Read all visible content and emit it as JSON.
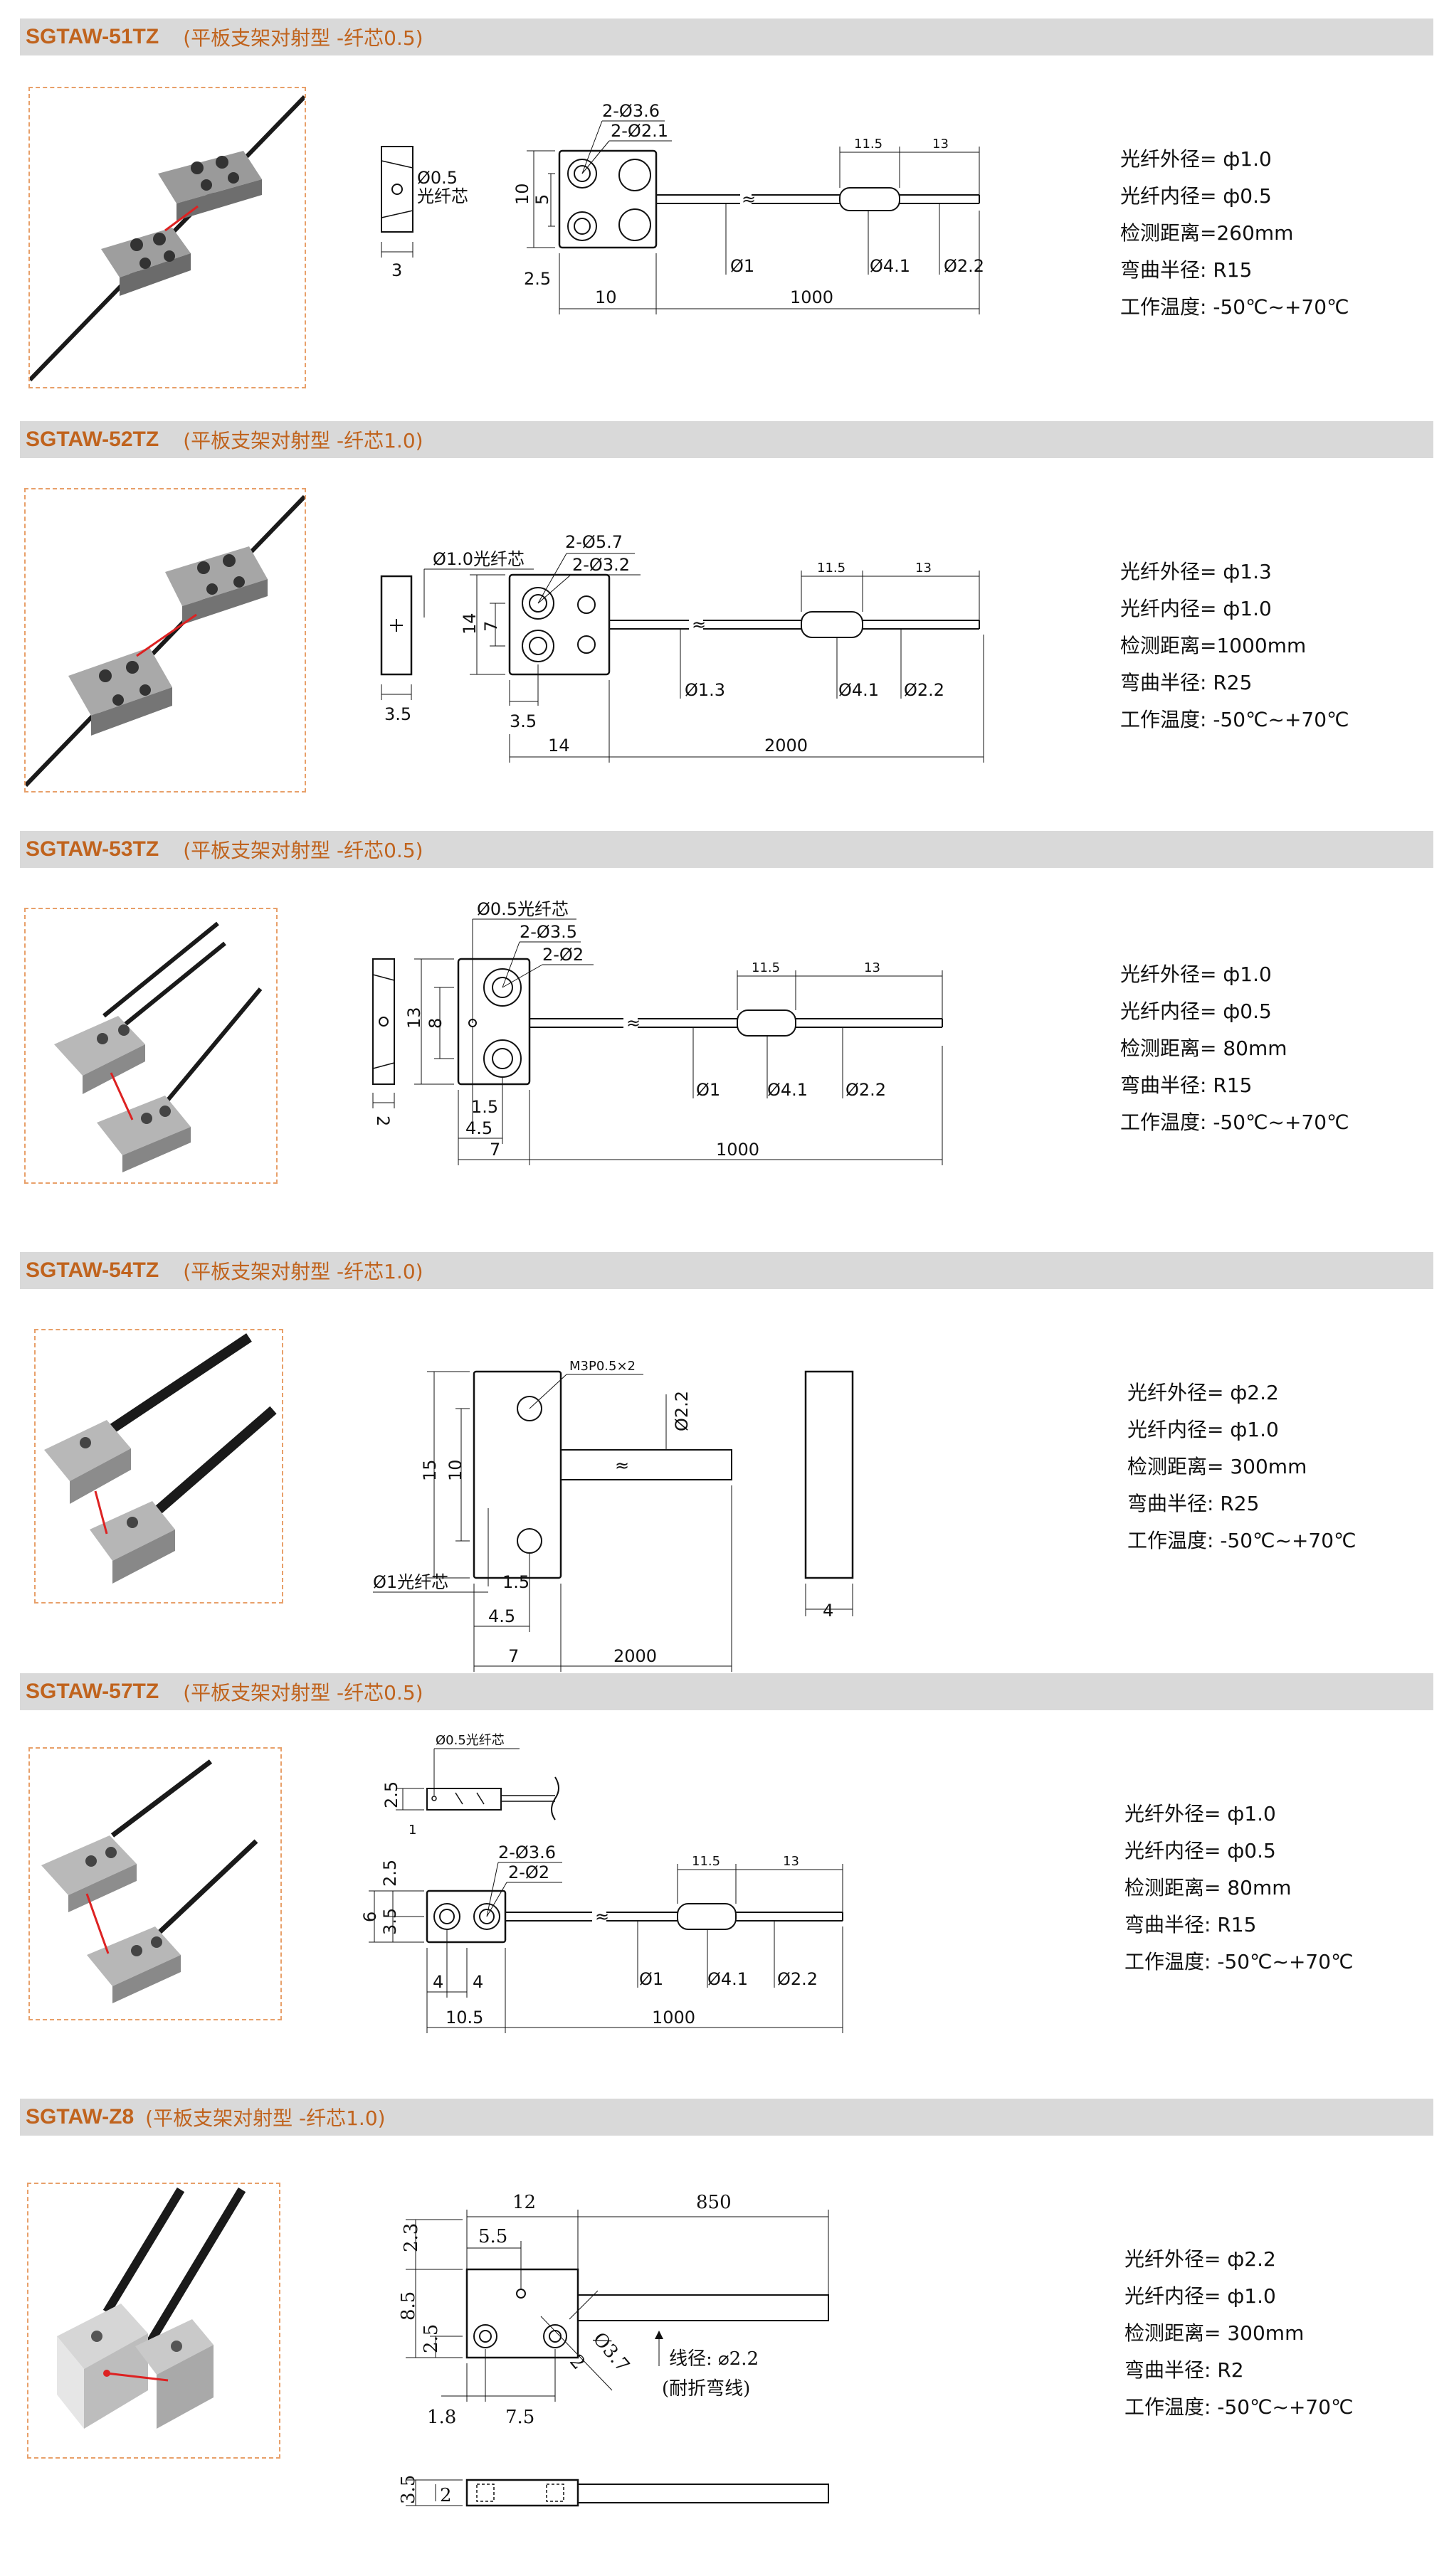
{
  "colors": {
    "accent": "#c0631d",
    "header_bg": "#d9d9d9",
    "photo_border": "#e8a06a"
  },
  "sections": [
    {
      "model": "SGTAW-51TZ",
      "desc": "(平板支架对射型 -纤芯0.5)",
      "specs": [
        "光纤外径= ф1.0",
        "光纤内径= ф0.5",
        "检测距离=260mm",
        "弯曲半径: R15",
        "工作温度: -50℃~+70℃"
      ],
      "dims": {
        "hole_big": "2-Ø3.6",
        "hole_small": "2-Ø2.1",
        "core": "Ø0.5",
        "core_label": "光纤芯",
        "height": "10",
        "pitch": "5",
        "edge": "2.5",
        "width": "10",
        "thick": "3",
        "length": "1000",
        "fiber": "Ø1",
        "sleeve": "Ø4.1",
        "tip": "Ø2.2",
        "sleeve_len": "11.5",
        "tip_len": "13"
      }
    },
    {
      "model": "SGTAW-52TZ",
      "desc": "(平板支架对射型 -纤芯1.0)",
      "specs": [
        "光纤外径= ф1.3",
        "光纤内径= ф1.0",
        "检测距离=1000mm",
        "弯曲半径: R25",
        "工作温度: -50℃~+70℃"
      ],
      "dims": {
        "core": "Ø1.0光纤芯",
        "hole_big": "2-Ø5.7",
        "hole_small": "2-Ø3.2",
        "height": "14",
        "pitch": "7",
        "edge": "3.5",
        "thick": "3.5",
        "width": "14",
        "length": "2000",
        "fiber": "Ø1.3",
        "sleeve": "Ø4.1",
        "tip": "Ø2.2",
        "sleeve_len": "11.5",
        "tip_len": "13"
      }
    },
    {
      "model": "SGTAW-53TZ",
      "desc": "(平板支架对射型 -纤芯0.5)",
      "specs": [
        "光纤外径= ф1.0",
        "光纤内径= ф0.5",
        "检测距离= 80mm",
        "弯曲半径: R15",
        "工作温度: -50℃~+70℃"
      ],
      "dims": {
        "core": "Ø0.5光纤芯",
        "hole_big": "2-Ø3.5",
        "hole_small": "2-Ø2",
        "height": "13",
        "pitch": "8",
        "thick": "2",
        "edge": "1.5",
        "half": "4.5",
        "width": "7",
        "length": "1000",
        "fiber": "Ø1",
        "sleeve": "Ø4.1",
        "tip": "Ø2.2",
        "sleeve_len": "11.5",
        "tip_len": "13"
      }
    },
    {
      "model": "SGTAW-54TZ",
      "desc": "(平板支架对射型 -纤芯1.0)",
      "specs": [
        "光纤外径= ф2.2",
        "光纤内径= ф1.0",
        "检测距离= 300mm",
        "弯曲半径: R25",
        "工作温度: -50℃~+70℃"
      ],
      "dims": {
        "thread": "M3P0.5×2",
        "fiber": "Ø2.2",
        "height": "15",
        "pitch": "10",
        "core": "Ø1光纤芯",
        "edge": "1.5",
        "half": "4.5",
        "width": "7",
        "length": "2000",
        "thick": "4"
      }
    },
    {
      "model": "SGTAW-57TZ",
      "desc": "(平板支架对射型 -纤芯0.5)",
      "specs": [
        "光纤外径= ф1.0",
        "光纤内径= ф0.5",
        "检测距离= 80mm",
        "弯曲半径: R15",
        "工作温度: -50℃~+70℃"
      ],
      "dims": {
        "core": "Ø0.5光纤芯",
        "side_h": "2.5",
        "side_e": "1",
        "hole_big": "2-Ø3.6",
        "hole_small": "2-Ø2",
        "top": "2.5",
        "height": "6",
        "mid": "3.5",
        "pitch_a": "4",
        "pitch_b": "4",
        "width": "10.5",
        "length": "1000",
        "fiber": "Ø1",
        "sleeve": "Ø4.1",
        "tip": "Ø2.2",
        "sleeve_len": "11.5",
        "tip_len": "13"
      }
    },
    {
      "model": "SGTAW-Z8",
      "desc": "(平板支架对射型 -纤芯1.0)",
      "specs": [
        "光纤外径= ф2.2",
        "光纤内径= ф1.0",
        "检测距离= 300mm",
        "弯曲半径: R2",
        "工作温度: -50℃~+70℃"
      ],
      "dims": {
        "width": "12",
        "length": "850",
        "top": "2.3",
        "core_x": "5.5",
        "height": "8.5",
        "hole_y": "2.5",
        "left": "1.8",
        "pitch": "7.5",
        "hole_big": "Ø3.7",
        "hole_small": "2",
        "wire": "线径: ⌀2.2",
        "wire_note": "(耐折弯线)",
        "side_h": "3.5",
        "side_s": "2"
      }
    }
  ]
}
